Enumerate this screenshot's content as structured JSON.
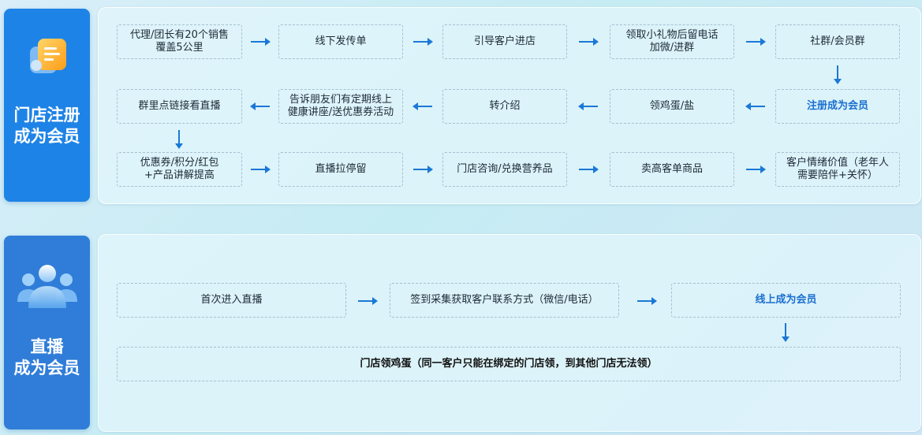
{
  "section1": {
    "title_line1": "门店注册",
    "title_line2": "成为会员",
    "row1": [
      "代理/团长有20个销售",
      "覆盖5公里",
      "线下发传单",
      "引导客户进店",
      "领取小礼物后留电话",
      "加微/进群",
      "社群/会员群"
    ],
    "row2": [
      "群里点链接看直播",
      "告诉朋友们有定期线上",
      "健康讲座/送优惠券活动",
      "转介绍",
      "领鸡蛋/盐",
      "注册成为会员"
    ],
    "row3": [
      "优惠券/积分/红包",
      "+产品讲解提高",
      "直播拉停留",
      "门店咨询/兑换营养品",
      "卖高客单商品",
      "客户情绪价值（老年人",
      "需要陪伴+关怀）"
    ]
  },
  "section2": {
    "title_line1": "直播",
    "title_line2": "成为会员",
    "steps": [
      "首次进入直播",
      "签到采集获取客户联系方式（微信/电话）",
      "线上成为会员"
    ],
    "final": "门店领鸡蛋（同一客户只能在绑定的门店领，到其他门店无法领）"
  },
  "colors": {
    "accent": "#1e83e6",
    "arrow": "#1a78d6",
    "highlight": "#1a6fd0"
  },
  "icons": {
    "section1": "notes-chat-icon",
    "section2": "users-group-icon"
  }
}
